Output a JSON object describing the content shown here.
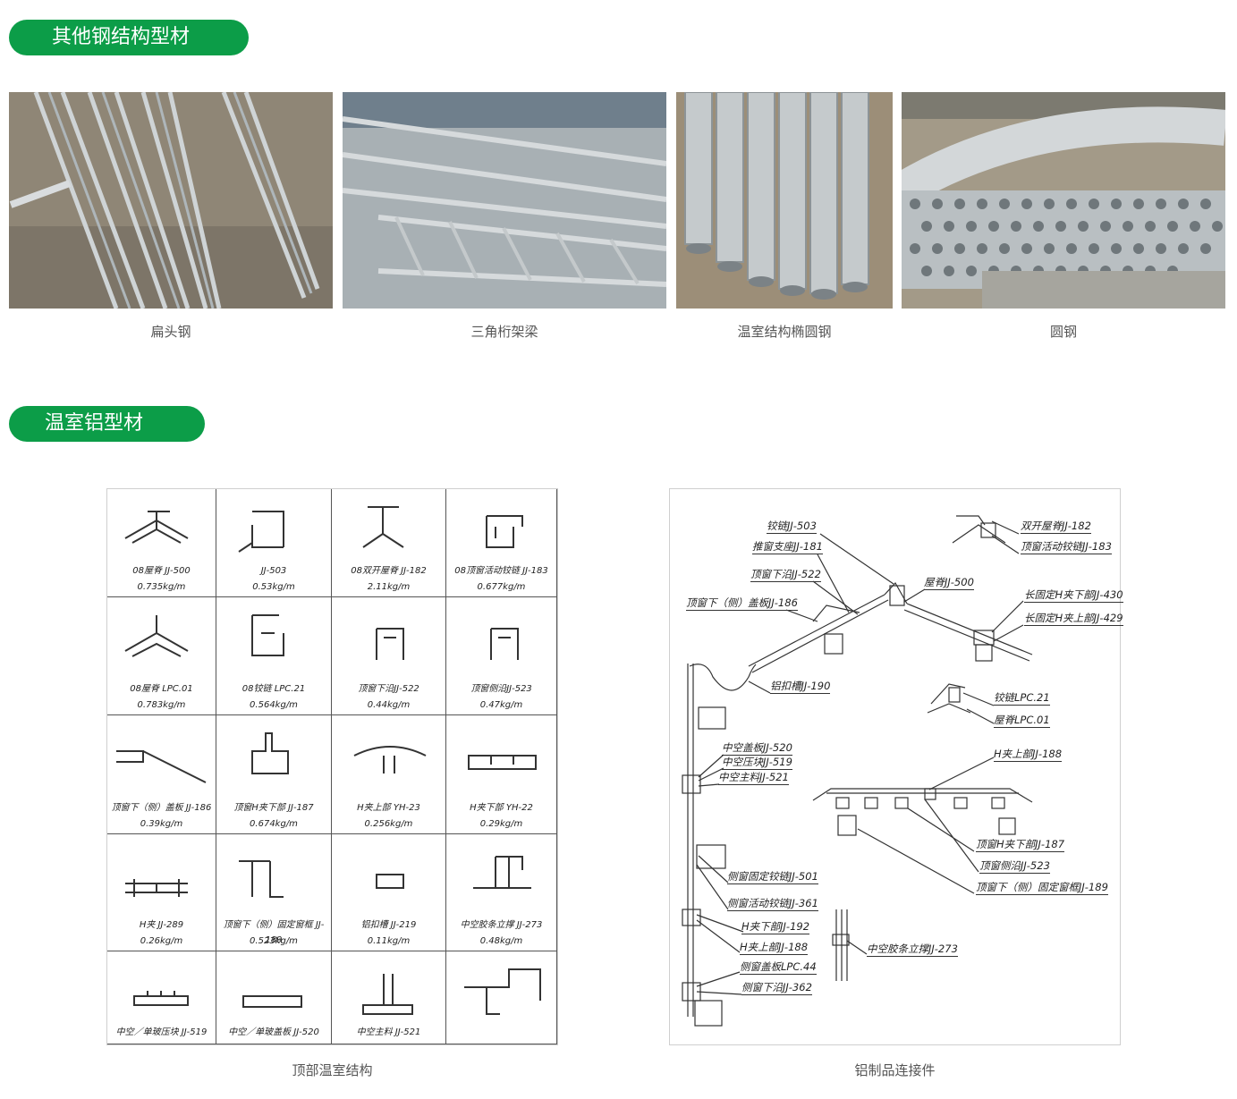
{
  "sections": [
    {
      "title": "其他钢结构型材"
    },
    {
      "title": "温室铝型材"
    }
  ],
  "photos": [
    {
      "caption": "扁头钢"
    },
    {
      "caption": "三角桁架梁"
    },
    {
      "caption": "温室结构椭圆钢"
    },
    {
      "caption": "圆钢"
    }
  ],
  "profiles": [
    {
      "name": "08屋脊 JJ-500",
      "weight": "0.735kg/m"
    },
    {
      "name": "JJ-503",
      "weight": "0.53kg/m"
    },
    {
      "name": "08双开屋脊 JJ-182",
      "weight": "2.11kg/m"
    },
    {
      "name": "08顶窗活动铰链 JJ-183",
      "weight": "0.677kg/m"
    },
    {
      "name": "08屋脊 LPC.01",
      "weight": "0.783kg/m"
    },
    {
      "name": "08铰链 LPC.21",
      "weight": "0.564kg/m"
    },
    {
      "name": "顶窗下沿JJ-522",
      "weight": "0.44kg/m"
    },
    {
      "name": "顶窗侧沿JJ-523",
      "weight": "0.47kg/m"
    },
    {
      "name": "顶窗下（侧）盖板 JJ-186",
      "weight": "0.39kg/m"
    },
    {
      "name": "顶窗H夹下部 JJ-187",
      "weight": "0.674kg/m"
    },
    {
      "name": "H夹上部 YH-23",
      "weight": "0.256kg/m"
    },
    {
      "name": "H夹下部 YH-22",
      "weight": "0.29kg/m"
    },
    {
      "name": "H夹 JJ-289",
      "weight": "0.26kg/m"
    },
    {
      "name": "顶窗下（侧）固定窗框 JJ-189",
      "weight": "0.523kg/m"
    },
    {
      "name": "铝扣槽 JJ-219",
      "weight": "0.11kg/m"
    },
    {
      "name": "中空胶条立撑 JJ-273",
      "weight": "0.48kg/m"
    },
    {
      "name": "中空／单玻压块 JJ-519",
      "weight": ""
    },
    {
      "name": "中空／单玻盖板 JJ-520",
      "weight": ""
    },
    {
      "name": "中空主料 JJ-521",
      "weight": ""
    },
    {
      "name": "",
      "weight": ""
    }
  ],
  "annotations": [
    "铰链JJ-503",
    "推窗支座JJ-181",
    "顶窗下沿JJ-522",
    "顶窗下（侧）盖板JJ-186",
    "屋脊JJ-500",
    "双开屋脊JJ-182",
    "顶窗活动铰链JJ-183",
    "长固定H夹下部JJ-430",
    "长固定H夹上部JJ-429",
    "铝扣槽JJ-190",
    "铰链LPC.21",
    "屋脊LPC.01",
    "中空盖板JJ-520",
    "中空压块JJ-519",
    "中空主料JJ-521",
    "H夹上部JJ-188",
    "顶窗H夹下部JJ-187",
    "顶窗侧沿JJ-523",
    "顶窗下（侧）固定窗框JJ-189",
    "侧窗固定铰链JJ-501",
    "侧窗活动铰链JJ-361",
    "H夹下部JJ-192",
    "H夹上部JJ-188",
    "侧窗盖板LPC.44",
    "侧窗下沿JJ-362",
    "中空胶条立撑JJ-273"
  ],
  "bottom_captions": [
    "顶部温室结构",
    "铝制品连接件"
  ],
  "colors": {
    "accent": "#0c9d48"
  }
}
